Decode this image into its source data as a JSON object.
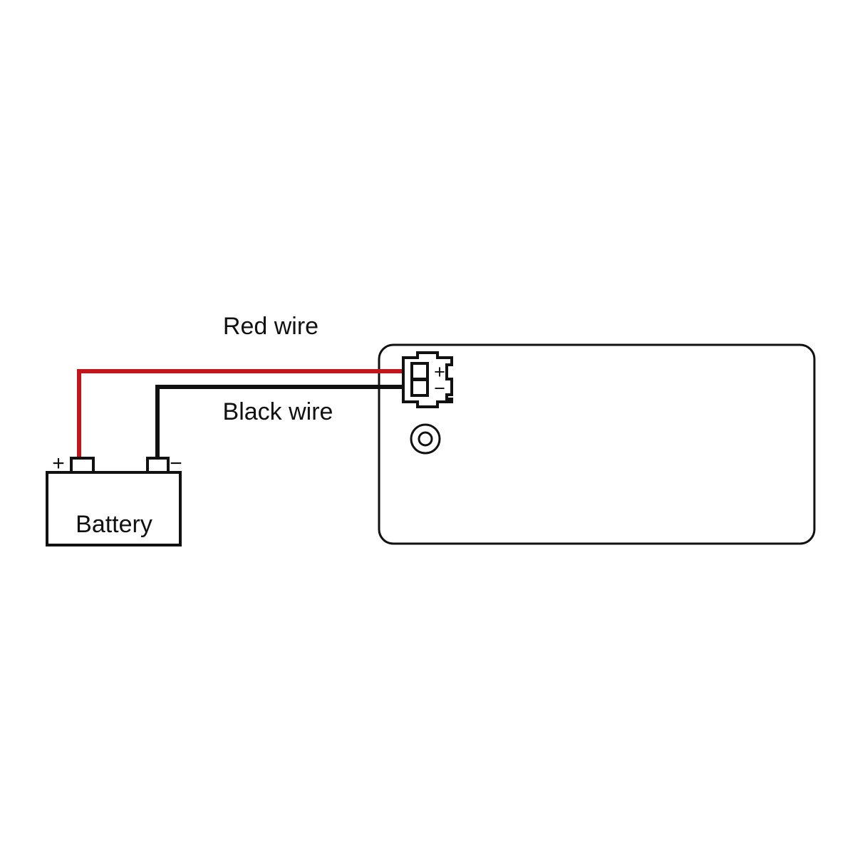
{
  "diagram": {
    "title": "Battery to device wiring diagram",
    "background_color": "#ffffff",
    "line_color": "#111111",
    "red_wire_color": "#c0161c",
    "black_wire_color": "#111111",
    "labels": {
      "red_wire": "Red wire",
      "black_wire": "Black wire",
      "battery": "Battery"
    },
    "battery": {
      "name": "Battery",
      "positive_terminal_symbol": "+",
      "negative_terminal_symbol": "−"
    },
    "connector": {
      "name": "2-pin power connector",
      "positive_pin_symbol": "+",
      "negative_pin_symbol": "−",
      "pin_count": "2"
    },
    "device": {
      "name": "Device enclosure",
      "indicator": "LED indicator"
    }
  }
}
